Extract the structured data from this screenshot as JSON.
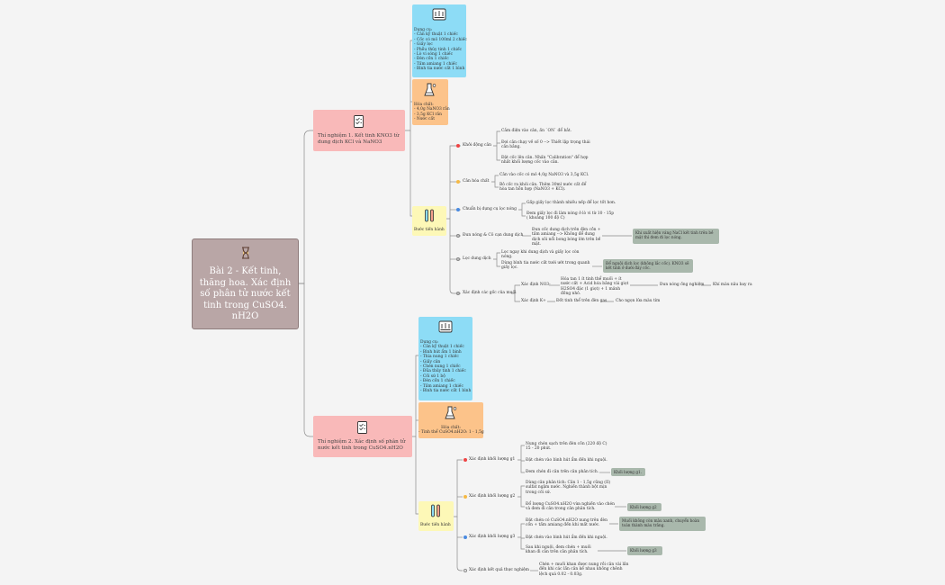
{
  "root": {
    "title": "Bài 2 - Kết tinh, thăng hoa. Xác định số phân tử nước kết tinh trong CuSO4. nH2O"
  },
  "exp1": {
    "title": "Thí nghiệm 1. Kết tinh KNO3 từ dung dịch KCl và NaNO3",
    "tools": [
      "Dụng cụ:",
      "- Cân kỹ thuật 1 chiếc",
      "- Cốc có mỏ 100ml 2 chiếc",
      "- Giấy lọc",
      "- Phễu thủy tinh 1 chiếc",
      "- Lò vi sóng 1 chiếc",
      "- Đèn cồn 1 chiếc",
      "- Tấm amiang 1 chiếc",
      "- Bình tia nước cất 1 bình"
    ],
    "chem": [
      "Hóa chất:",
      "- 4,0g NaNO3 rắn",
      "- 3,5g KCl rắn",
      "- Nước cất"
    ],
    "proc": "Bước tiến hành",
    "steps": [
      {
        "label": "Khởi động cân",
        "subs": [
          "Cắm điện vào cân, ấn `ON` để bắt.",
          "Đợi cân chạy về số 0 --> Thiết lập trọng thái cân bằng.",
          "Đặt cốc lên cân. Nhấn \"Calibration\" để hợp nhất khối lượng cốc vào cân."
        ]
      },
      {
        "label": "Cân hóa chất",
        "subs": [
          "Cân vào cốc có mỏ 4,0g NaNO3 và 3,5g KCl.",
          "Bỏ cốc ra khỏi cân. Thêm 30ml nước cất để hòa tan hỗn hợp (NaNO3 + KCl)."
        ]
      },
      {
        "label": "Chuẩn bị dụng cụ lọc nóng",
        "subs": [
          "Gấp giấy lọc thành nhiều nếp để lọc tốt hơn.",
          "Đem giấy lọc đi làm nóng ở lò vi từ 10 - 15p ( khoảng 100 độ C)"
        ]
      },
      {
        "label": "Đun nóng & Cô cạn dung dịch",
        "subs": [
          "Đun cốc dung dịch trên đèn cồn + tấm amiang --> Không để dung dịch sôi nổi bong bóng lớn trên bề mặt."
        ],
        "note": "Khi xuất hiện váng NaCl kết tinh trên bề mặt thì đem đi lọc nóng."
      },
      {
        "label": "Lọc dung dịch",
        "subs": [
          "Lọc ngay khi dung dịch và giấy lọc còn nóng.",
          "Dùng bình tia nước cất tưới ướt trong quanh giấy lọc."
        ],
        "note": "Để nguội dịch lọc (không lắc cốc). KNO3 sẽ kết tinh ở dưới đáy cốc."
      },
      {
        "label": "Xác định các gốc của muối",
        "subs": [
          {
            "label": "Xác định NO3-",
            "text": "Hóa tan 1 ít tinh thể muối + ít nước cất + Acid hóa bằng vài giọt H2SO4 đặc (1 giọt) + 1 mảnh đồng nhỏ.",
            "chain": [
              "Đun nóng ống nghiệm",
              "Khí màu nâu bay ra"
            ]
          },
          {
            "label": "Xác định K+",
            "text": "Đốt tinh thể trên đèn gas",
            "chain": [
              "Cho ngọn lửa màu tím"
            ]
          }
        ]
      }
    ]
  },
  "exp2": {
    "title": "Thí nghiệm 2. Xác định số phân tử nước kết tinh trong CuSO4.nH2O",
    "tools": [
      "Dụng cụ:",
      "- Cân kỹ thuật 1 chiếc",
      "- Bình hút ẩm 1 bình",
      "- Thìa nung 1 chiếc",
      "- Giấy cân",
      "- Chén nung 1 chiếc",
      "- Đũa thủy tinh 1 chiếc",
      "- Cối sứ 1 bộ",
      "- Đèn cồn 1 chiếc",
      "- Tấm amiang 1 chiếc",
      "- Bình tia nước cất 1 bình"
    ],
    "chem": [
      "Hóa chất:",
      "- Tinh thể CuSO4.nH2O: 1 - 1,5g"
    ],
    "proc": "Bước tiến hành",
    "steps": [
      {
        "label": "Xác định khối lượng g1",
        "subs": [
          "Nung chén sạch trên đèn cồn (220 độ C) 15 - 20 phút.",
          "Đặt chén vào bình hút ẩm đến khi nguội.",
          "Đem chén đi cân trên cân phân tích."
        ],
        "note": "Khối lượng g1."
      },
      {
        "label": "Xác định khối lượng g2",
        "subs": [
          "Dùng cân phân tích: Cân 1 - 1,5g cũng (II) sulfat ngậm nước. Nghiền thành bột mịn trong cối sứ.",
          "Đổ lượng CuSO4.nH2O vừa nghiền vào chén và đem đi cân trong cân phân tích."
        ],
        "note": "Khối lượng g2"
      },
      {
        "label": "Xác định khối lượng g3",
        "subs": [
          "Đặt chén có CuSO4.nH2O nung trên đèn cồn + tấm amiang đến khi mất nước.",
          "Đặt chén vào bình hút ẩm đến khi nguội.",
          "Sau khi nguội, đem chén + muối khan đi cân trên cân phân tích."
        ],
        "note": "Muối không còn màu xanh, chuyển hoàn toàn thành màu trắng.",
        "note2": "Khối lượng g3"
      },
      {
        "label": "Xác định kết quả thực nghiệm",
        "subs": [
          "Chén + muối khan được nung rồi cân vài lần đến khi các lần cân kế nhau không chênh lệch quá 0.02 - 0.03g."
        ]
      }
    ]
  },
  "colors": {
    "root": "#b9a6a6",
    "topic": "#f9b9b9",
    "tools": "#8ddcf6",
    "chem": "#fcc38a",
    "proc": "#fdf8b7",
    "note": "#a9b8ac",
    "line": "#8b8b8b"
  },
  "icons": [
    "hourglass-icon",
    "checklist-icon",
    "equipment-icon",
    "chemicals-icon",
    "test-tube-icon"
  ]
}
